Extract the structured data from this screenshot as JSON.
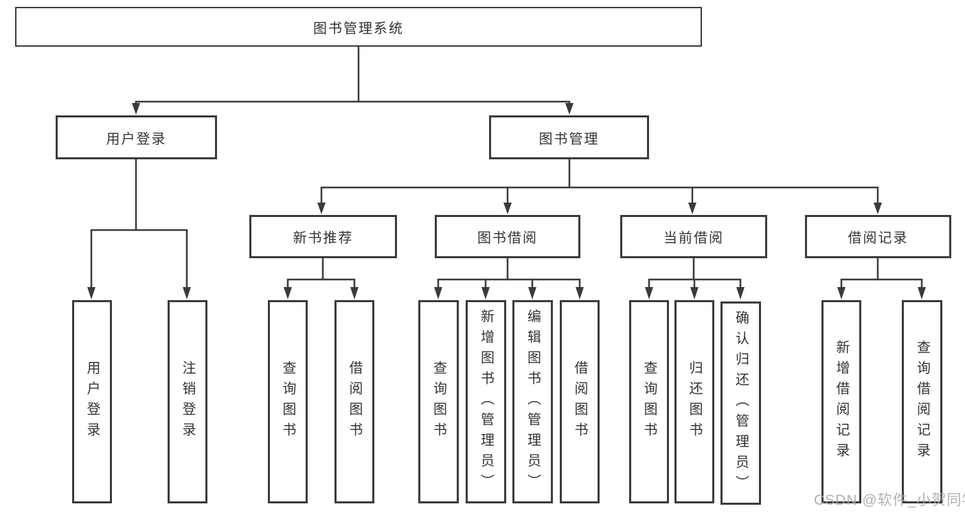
{
  "diagram": {
    "root": {
      "label": "图书管理系统"
    },
    "level1": [
      {
        "label": "用户登录",
        "children": [
          {
            "label": "用户登录"
          },
          {
            "label": "注销登录"
          }
        ]
      },
      {
        "label": "图书管理",
        "children": [
          {
            "label": "新书推荐",
            "children": [
              {
                "label": "查询图书"
              },
              {
                "label": "借阅图书"
              }
            ]
          },
          {
            "label": "图书借阅",
            "children": [
              {
                "label": "查询图书"
              },
              {
                "label": "新增图书（管理员）"
              },
              {
                "label": "编辑图书（管理员）"
              },
              {
                "label": "借阅图书"
              }
            ]
          },
          {
            "label": "当前借阅",
            "children": [
              {
                "label": "查询图书"
              },
              {
                "label": "归还图书"
              },
              {
                "label": "确认归还（管理员）"
              }
            ]
          },
          {
            "label": "借阅记录",
            "children": [
              {
                "label": "新增借阅记录"
              },
              {
                "label": "查询借阅记录"
              }
            ]
          }
        ]
      }
    ]
  },
  "watermark": "CSDN @软件_小贺同学",
  "colors": {
    "line": "#3a3a3a",
    "box_border": "#3b3b3b",
    "text": "#333333",
    "watermark": "#aaaaaa",
    "background": "#ffffff"
  }
}
